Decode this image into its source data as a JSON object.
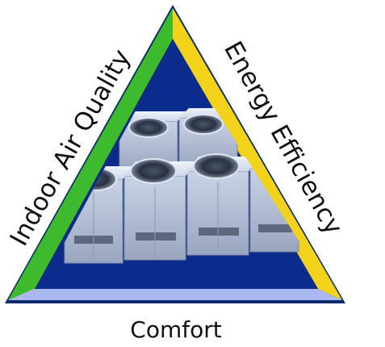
{
  "triangle": {
    "left_label": "Indoor Air Quality",
    "right_label": "Energy Efficiency",
    "bottom_label": "Comfort"
  },
  "colors": {
    "left_edge": "#3dbb2c",
    "right_edge": "#f2d21a",
    "bottom_edge": "#a9b8ee",
    "interior": "#0b2c8c",
    "outline": "#0a2a6e"
  },
  "image": {
    "subject": "rooftop-hvac-units-icon"
  }
}
